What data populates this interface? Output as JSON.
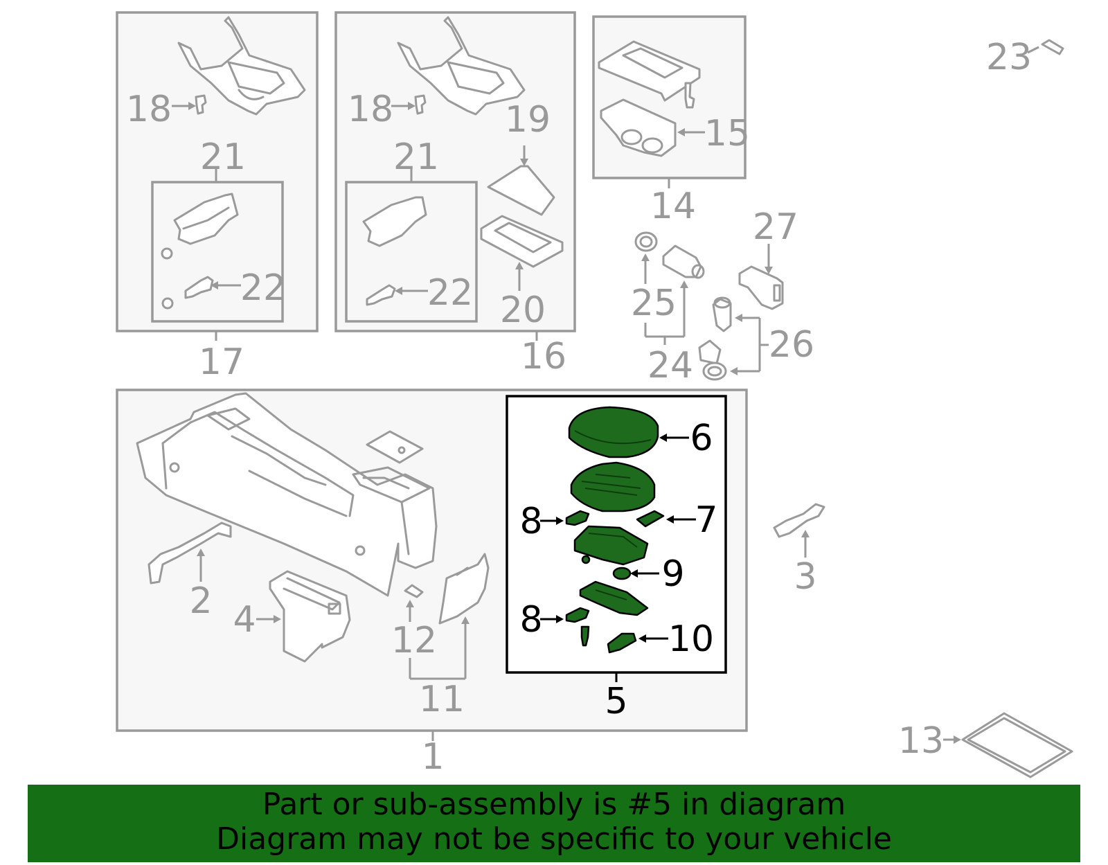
{
  "diagram": {
    "callouts": {
      "c1": "1",
      "c2": "2",
      "c3": "3",
      "c4": "4",
      "c5": "5",
      "c6": "6",
      "c7": "7",
      "c8a": "8",
      "c8b": "8",
      "c9": "9",
      "c10": "10",
      "c11": "11",
      "c12": "12",
      "c13": "13",
      "c14": "14",
      "c15": "15",
      "c16": "16",
      "c17": "17",
      "c18a": "18",
      "c18b": "18",
      "c19": "19",
      "c20": "20",
      "c21a": "21",
      "c21b": "21",
      "c22a": "22",
      "c22b": "22",
      "c23": "23",
      "c24": "24",
      "c25": "25",
      "c26": "26",
      "c27": "27"
    },
    "highlighted_part": "5",
    "colors": {
      "highlight_green": "#1e6b1e",
      "banner_green": "#157015",
      "outline_gray": "#999999",
      "box_fill": "#f7f7f7"
    }
  },
  "banner": {
    "line1": "Part or sub-assembly is #5 in diagram",
    "line2": "Diagram may not be specific to your vehicle"
  }
}
